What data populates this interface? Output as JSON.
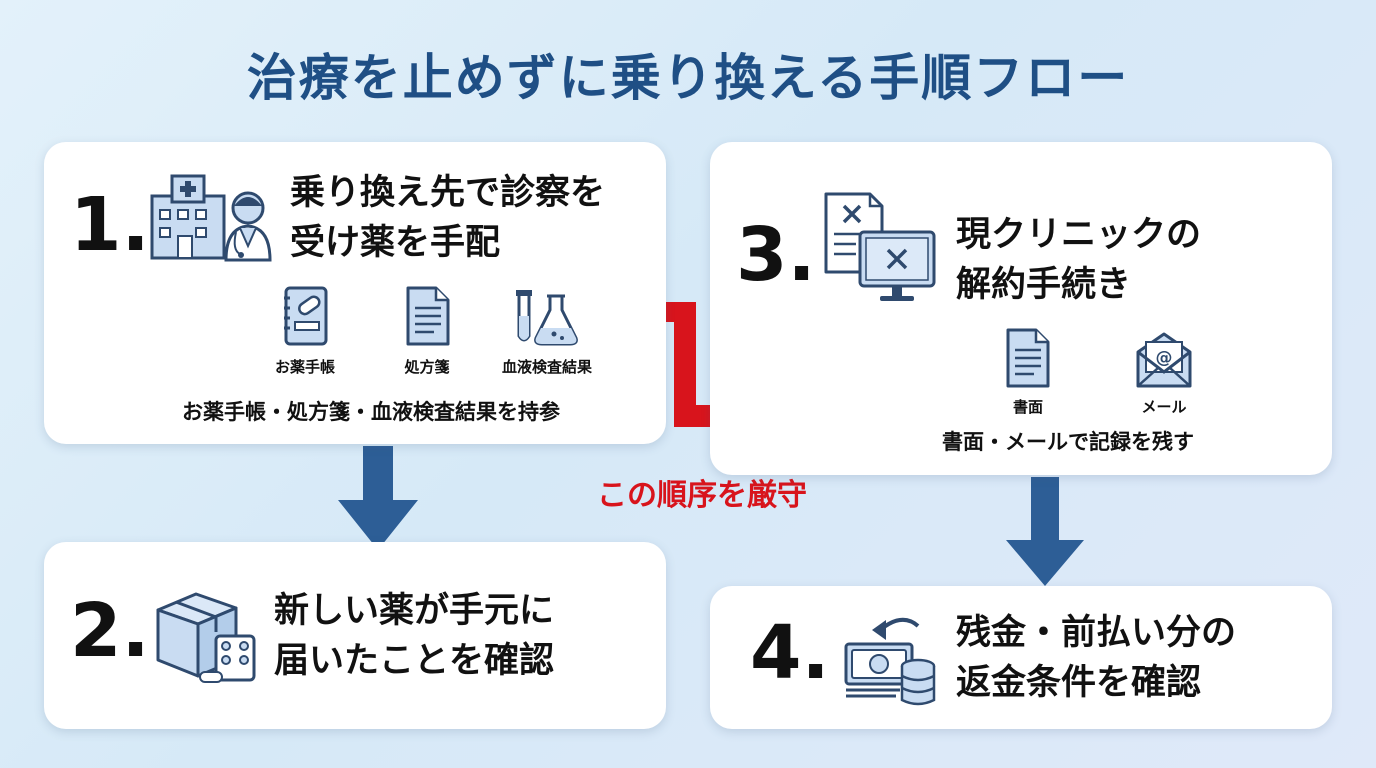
{
  "title": "治療を止めずに乗り換える手順フロー",
  "colors": {
    "title": "#1f4f85",
    "arrow_blue": "#2d5e96",
    "arrow_red": "#d8141c",
    "icon_stroke": "#2f4a6e",
    "icon_fill": "#c9dcf2"
  },
  "steps": [
    {
      "number": "1.",
      "lines": [
        "乗り換え先で診察を",
        "受け薬を手配"
      ],
      "icon": "hospital-doctor-icon",
      "items": [
        {
          "label": "お薬手帳",
          "icon": "medicine-notebook-icon"
        },
        {
          "label": "処方箋",
          "icon": "prescription-icon"
        },
        {
          "label": "血液検査結果",
          "icon": "test-tube-icon"
        }
      ],
      "note": "お薬手帳・処方箋・血液検査結果を持参"
    },
    {
      "number": "2.",
      "lines": [
        "新しい薬が手元に",
        "届いたことを確認"
      ],
      "icon": "package-icon"
    },
    {
      "number": "3.",
      "lines": [
        "現クリニックの",
        "解約手続き"
      ],
      "icon": "cancel-document-monitor-icon",
      "items": [
        {
          "label": "書面",
          "icon": "document-icon"
        },
        {
          "label": "メール",
          "icon": "email-icon"
        }
      ],
      "note": "書面・メールで記録を残す"
    },
    {
      "number": "4.",
      "lines": [
        "残金・前払い分の",
        "返金条件を確認"
      ],
      "icon": "refund-money-icon"
    }
  ],
  "warning": {
    "text": "この順序を厳守",
    "icon": "warning-icon"
  }
}
